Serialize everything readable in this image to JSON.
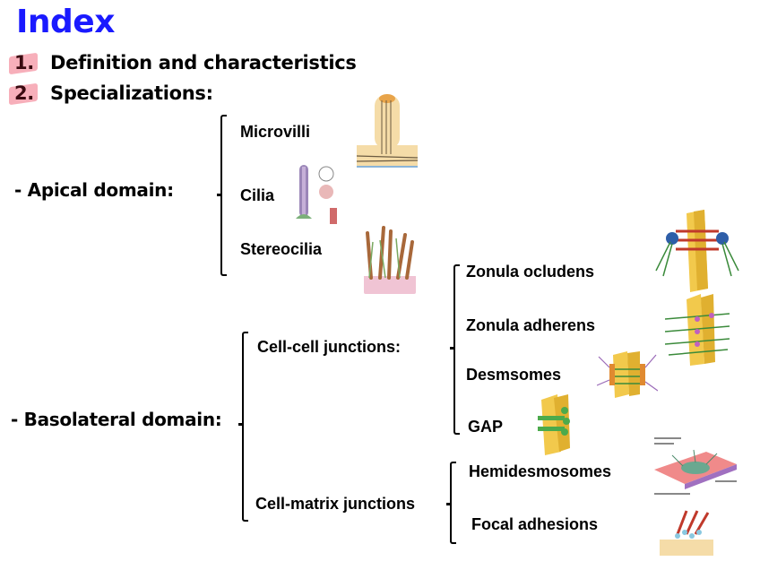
{
  "title": "Index",
  "index_items": [
    {
      "number": "1.",
      "label": "Definition and characteristics"
    },
    {
      "number": "2.",
      "label": "Specializations:"
    }
  ],
  "apical": {
    "label": "- Apical domain:",
    "items": [
      "Microvilli",
      "Cilia",
      "Stereocilia"
    ]
  },
  "basolateral": {
    "label": "- Basolateral domain:",
    "cell_cell": {
      "label": "Cell-cell junctions:",
      "items": [
        "Zonula ocludens",
        "Zonula adherens",
        "Desmsomes",
        "GAP"
      ]
    },
    "cell_matrix": {
      "label": "Cell-matrix junctions",
      "items": [
        "Hemidesmosomes",
        "Focal adhesions"
      ]
    }
  },
  "figures": [
    "microvilli-diagram",
    "cilia-diagram",
    "stereocilia-diagram",
    "zonula-ocludens-diagram",
    "zonula-adherens-diagram",
    "desmosome-diagram",
    "gap-junction-diagram",
    "hemidesmosome-diagram",
    "focal-adhesion-diagram"
  ],
  "colors": {
    "title": "#1a1aff",
    "highlight": "#f06e82"
  }
}
